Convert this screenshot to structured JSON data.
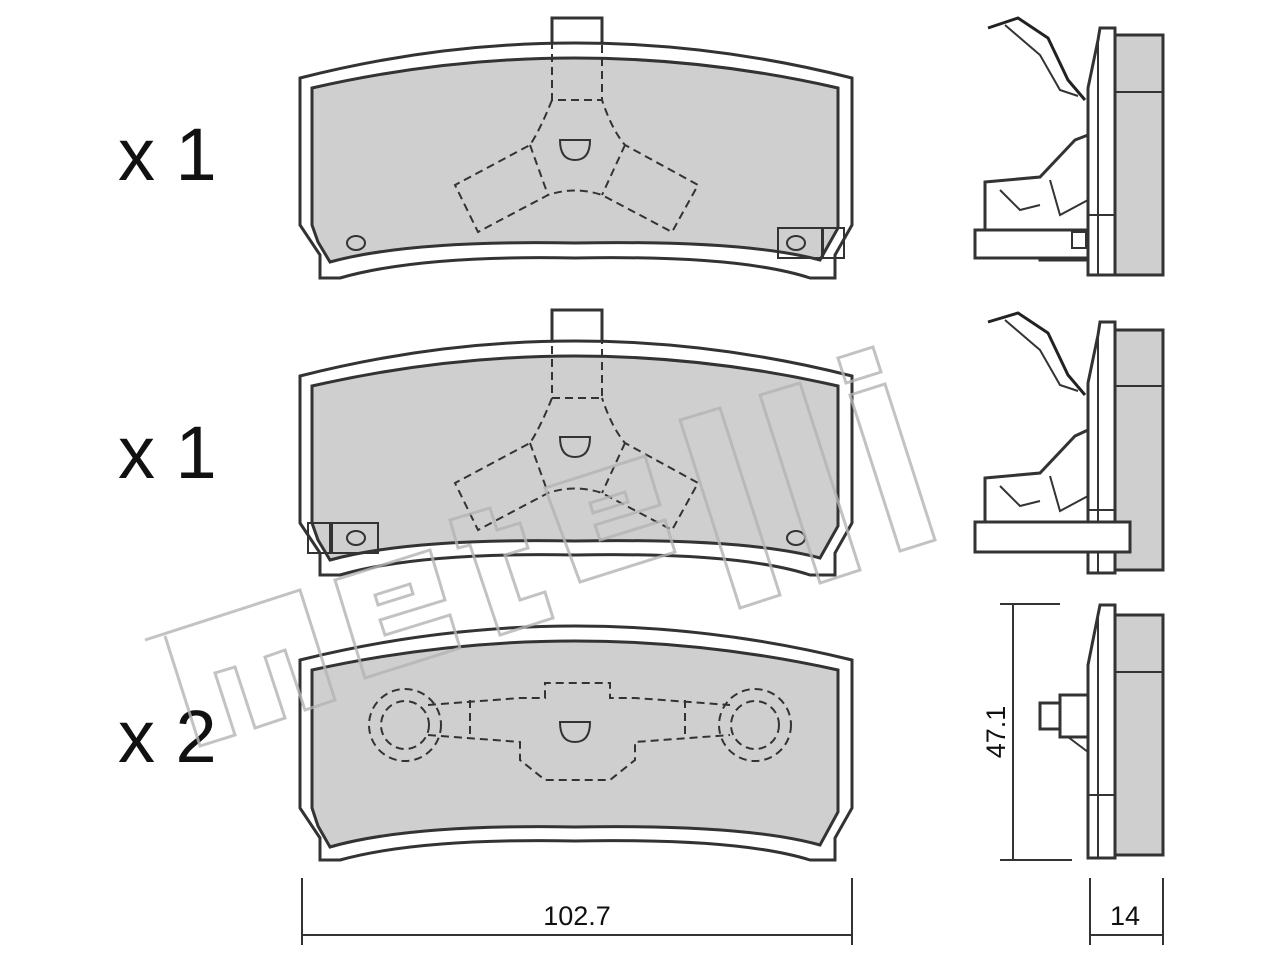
{
  "rows": [
    {
      "quantity_label": "x 1"
    },
    {
      "quantity_label": "x 1"
    },
    {
      "quantity_label": "x 2"
    }
  ],
  "dimensions": {
    "width": "102.7",
    "height": "47.1",
    "thickness": "14"
  },
  "watermark": "metelli",
  "colors": {
    "pad_fill": "#cfcfcf",
    "line": "#333333",
    "watermark": "#b4b4b4"
  }
}
